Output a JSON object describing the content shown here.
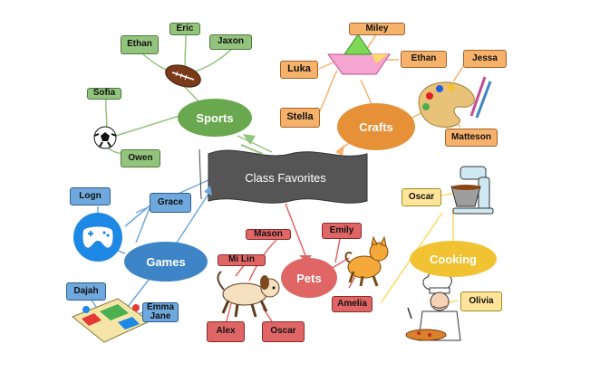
{
  "center": {
    "title": "Class Favorites"
  },
  "categories": {
    "sports": {
      "label": "Sports",
      "color": "#6aa84f",
      "members": [
        "Ethan",
        "Eric",
        "Jaxon",
        "Sofia",
        "Owen"
      ]
    },
    "crafts": {
      "label": "Crafts",
      "color": "#e69138",
      "members": [
        "Miley",
        "Luka",
        "Ethan",
        "Jessa",
        "Stella",
        "Matteson"
      ]
    },
    "games": {
      "label": "Games",
      "color": "#3d85c6",
      "members": [
        "Logn",
        "Grace",
        "Dajah",
        "Emma Jane"
      ]
    },
    "pets": {
      "label": "Pets",
      "color": "#e06666",
      "members": [
        "Mason",
        "Mi Lin",
        "Emily",
        "Amelia",
        "Alex",
        "Oscar"
      ]
    },
    "cooking": {
      "label": "Cooking",
      "color": "#f1c232",
      "members": [
        "Oscar",
        "Olivia"
      ]
    }
  },
  "labels": {
    "sports_ethan": "Ethan",
    "sports_eric": "Eric",
    "sports_jaxon": "Jaxon",
    "sports_sofia": "Sofia",
    "sports_owen": "Owen",
    "crafts_miley": "Miley",
    "crafts_luka": "Luka",
    "crafts_ethan": "Ethan",
    "crafts_jessa": "Jessa",
    "crafts_stella": "Stella",
    "crafts_matteson": "Matteson",
    "games_logn": "Logn",
    "games_grace": "Grace",
    "games_dajah": "Dajah",
    "games_emma_jane": "Emma\nJane",
    "pets_mason": "Mason",
    "pets_milin": "Mi Lin",
    "pets_emily": "Emily",
    "pets_amelia": "Amelia",
    "pets_alex": "Alex",
    "pets_oscar": "Oscar",
    "cooking_oscar": "Oscar",
    "cooking_olivia": "Olivia"
  },
  "illustrations": [
    "football-icon",
    "soccer-ball-icon",
    "paper-boat-icon",
    "paint-palette-icon",
    "gamepad-app-icon",
    "board-game-icon",
    "dog-icon",
    "cat-icon",
    "stand-mixer-icon",
    "chef-icon"
  ]
}
